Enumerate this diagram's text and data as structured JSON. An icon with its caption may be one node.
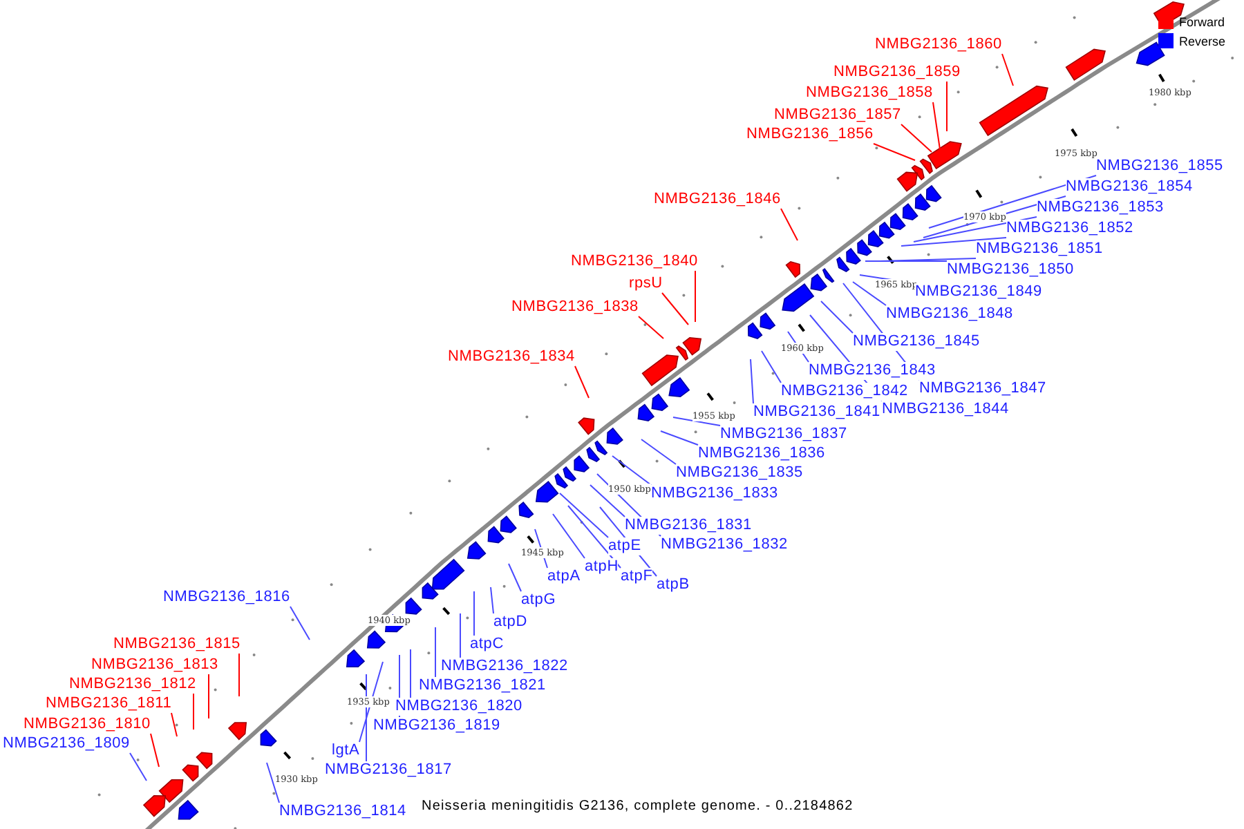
{
  "diagram": {
    "caption": "Neisseria meningitidis G2136, complete genome. - 0..2184862",
    "nodes": [
      {
        "text": [
          "NMBG2136_1860"
        ]
      },
      {
        "text": [
          "NMBG2136_1859"
        ]
      },
      {
        "text": [
          "NMBG2136_1858"
        ]
      },
      {
        "text": [
          "NMBG2136_1857"
        ]
      },
      {
        "text": [
          "NMBG2136_1856"
        ]
      },
      {
        "text": [
          "NMBG2136_1855"
        ]
      },
      {
        "text": [
          "NMBG2136_1854"
        ]
      },
      {
        "text": [
          "NMBG2136_1846"
        ]
      },
      {
        "text": [
          "NMBG2136_1853"
        ]
      },
      {
        "text": [
          "NMBG2136_1852"
        ]
      },
      {
        "text": [
          "NMBG2136_1851"
        ]
      },
      {
        "text": [
          "NMBG2136_1850"
        ]
      },
      {
        "text": [
          "NMBG2136_1840"
        ]
      },
      {
        "text": [
          "rpsU"
        ]
      },
      {
        "text": [
          "NMBG2136_1849"
        ]
      },
      {
        "text": [
          "NMBG2136_1838"
        ]
      },
      {
        "text": [
          "NMBG2136_1848"
        ]
      },
      {
        "text": [
          "NMBG2136_1845"
        ]
      },
      {
        "text": [
          "NMBG2136_1834"
        ]
      },
      {
        "text": [
          "NMBG2136_1843"
        ]
      },
      {
        "text": [
          "NMBG2136_1847"
        ]
      },
      {
        "text": [
          "NMBG2136_1842"
        ]
      },
      {
        "text": [
          "NMBG2136_1844"
        ]
      },
      {
        "text": [
          "NMBG2136_1841"
        ]
      },
      {
        "text": [
          "NMBG2136_1837"
        ]
      },
      {
        "text": [
          "NMBG2136_1836"
        ]
      },
      {
        "text": [
          "NMBG2136_1835"
        ]
      },
      {
        "text": [
          "NMBG2136_1833"
        ]
      },
      {
        "text": [
          "NMBG2136_1831"
        ]
      },
      {
        "text": [
          "atpE"
        ]
      },
      {
        "text": [
          "NMBG2136_1832"
        ]
      },
      {
        "text": [
          "atpH"
        ]
      },
      {
        "text": [
          "atpA"
        ]
      },
      {
        "text": [
          "atpF"
        ]
      },
      {
        "text": [
          "atpB"
        ]
      },
      {
        "text": [
          "NMBG2136_1816"
        ]
      },
      {
        "text": [
          "atpG"
        ]
      },
      {
        "text": [
          "atpD"
        ]
      },
      {
        "text": [
          "atpC"
        ]
      },
      {
        "text": [
          "NMBG2136_1815"
        ]
      },
      {
        "text": [
          "NMBG2136_1822"
        ]
      },
      {
        "text": [
          "NMBG2136_1813"
        ]
      },
      {
        "text": [
          "NMBG2136_1821"
        ]
      },
      {
        "text": [
          "NMBG2136_1812"
        ]
      },
      {
        "text": [
          "NMBG2136_1811"
        ]
      },
      {
        "text": [
          "NMBG2136_1820"
        ]
      },
      {
        "text": [
          "NMBG2136_1810"
        ]
      },
      {
        "text": [
          "NMBG2136_1809"
        ]
      },
      {
        "text": [
          "NMBG2136_1819"
        ]
      },
      {
        "text": [
          "lgtA"
        ]
      },
      {
        "text": [
          "NMBG2136_1817"
        ]
      },
      {
        "text": [
          "NMBG2136_1814"
        ]
      }
    ],
    "edges": [
      {
        "from": 0,
        "to": null,
        "arrow": "none",
        "color": "#ff0000"
      },
      {
        "from": 1,
        "to": null,
        "arrow": "none",
        "color": "#ff0000"
      },
      {
        "from": 2,
        "to": null,
        "arrow": "none",
        "color": "#ff0000"
      },
      {
        "from": 3,
        "to": null,
        "arrow": "none",
        "color": "#ff0000"
      },
      {
        "from": 4,
        "to": null,
        "arrow": "none",
        "color": "#ff0000"
      },
      {
        "from": 5,
        "to": null,
        "arrow": "none"
      },
      {
        "from": 6,
        "to": null,
        "arrow": "none"
      },
      {
        "from": 7,
        "to": null,
        "arrow": "none",
        "color": "#ff0000"
      },
      {
        "from": 8,
        "to": null,
        "arrow": "none"
      },
      {
        "from": 9,
        "to": null,
        "arrow": "none"
      },
      {
        "from": 10,
        "to": null,
        "arrow": "none"
      },
      {
        "from": 11,
        "to": null,
        "arrow": "none"
      },
      {
        "from": 12,
        "to": null,
        "arrow": "none",
        "color": "#ff0000"
      },
      {
        "from": 13,
        "to": null,
        "arrow": "none",
        "color": "#ff0000"
      },
      {
        "from": 14,
        "to": null,
        "arrow": "none"
      },
      {
        "from": 15,
        "to": null,
        "arrow": "none",
        "color": "#ff0000"
      },
      {
        "from": 16,
        "to": null,
        "arrow": "none"
      },
      {
        "from": 17,
        "to": null,
        "arrow": "none"
      },
      {
        "from": 18,
        "to": null,
        "arrow": "none",
        "color": "#ff0000"
      },
      {
        "from": 19,
        "to": null,
        "arrow": "none"
      },
      {
        "from": 20,
        "to": null,
        "arrow": "none"
      },
      {
        "from": 21,
        "to": null,
        "arrow": "none"
      },
      {
        "from": 22,
        "to": null,
        "arrow": "none"
      },
      {
        "from": 23,
        "to": null,
        "arrow": "none"
      },
      {
        "from": 24,
        "to": null,
        "arrow": "none"
      },
      {
        "from": 25,
        "to": null,
        "arrow": "none"
      },
      {
        "from": 26,
        "to": null,
        "arrow": "none"
      },
      {
        "from": 27,
        "to": null,
        "arrow": "none"
      },
      {
        "from": 28,
        "to": null,
        "arrow": "none"
      },
      {
        "from": 29,
        "to": null,
        "arrow": "none"
      },
      {
        "from": 30,
        "to": null,
        "arrow": "none"
      },
      {
        "from": 31,
        "to": null,
        "arrow": "none"
      },
      {
        "from": 32,
        "to": null,
        "arrow": "none"
      },
      {
        "from": 33,
        "to": null,
        "arrow": "none"
      },
      {
        "from": 34,
        "to": null,
        "arrow": "none"
      },
      {
        "from": 35,
        "to": null,
        "arrow": "none"
      },
      {
        "from": 36,
        "to": null,
        "arrow": "none"
      },
      {
        "from": 37,
        "to": null,
        "arrow": "none"
      },
      {
        "from": 38,
        "to": null,
        "arrow": "none"
      },
      {
        "from": 39,
        "to": null,
        "arrow": "none",
        "color": "#ff0000"
      },
      {
        "from": 40,
        "to": null,
        "arrow": "none"
      },
      {
        "from": 41,
        "to": null,
        "arrow": "none",
        "color": "#ff0000"
      },
      {
        "from": 42,
        "to": null,
        "arrow": "none"
      },
      {
        "from": 43,
        "to": null,
        "arrow": "none",
        "color": "#ff0000"
      },
      {
        "from": 44,
        "to": null,
        "arrow": "none",
        "color": "#ff0000"
      },
      {
        "from": 45,
        "to": null,
        "arrow": "none"
      },
      {
        "from": 46,
        "to": null,
        "arrow": "none",
        "color": "#ff0000"
      },
      {
        "from": 47,
        "to": null,
        "arrow": "none"
      },
      {
        "from": 48,
        "to": null,
        "arrow": "none"
      },
      {
        "from": 49,
        "to": null,
        "arrow": "none"
      },
      {
        "from": 50,
        "to": null,
        "arrow": "none"
      },
      {
        "from": 51,
        "to": null,
        "arrow": "none"
      }
    ],
    "labels": [
      "1980 kbp",
      "1975 kbp",
      "1970 kbp",
      "1965 kbp",
      "1960 kbp",
      "1955 kbp",
      "1950 kbp",
      "1945 kbp",
      "1940 kbp",
      "1935 kbp",
      "1930 kbp"
    ],
    "legend": [
      {
        "text": "Forward",
        "color": "#ff0000"
      },
      {
        "text": "Reverse",
        "color": "#0000ff"
      }
    ]
  }
}
